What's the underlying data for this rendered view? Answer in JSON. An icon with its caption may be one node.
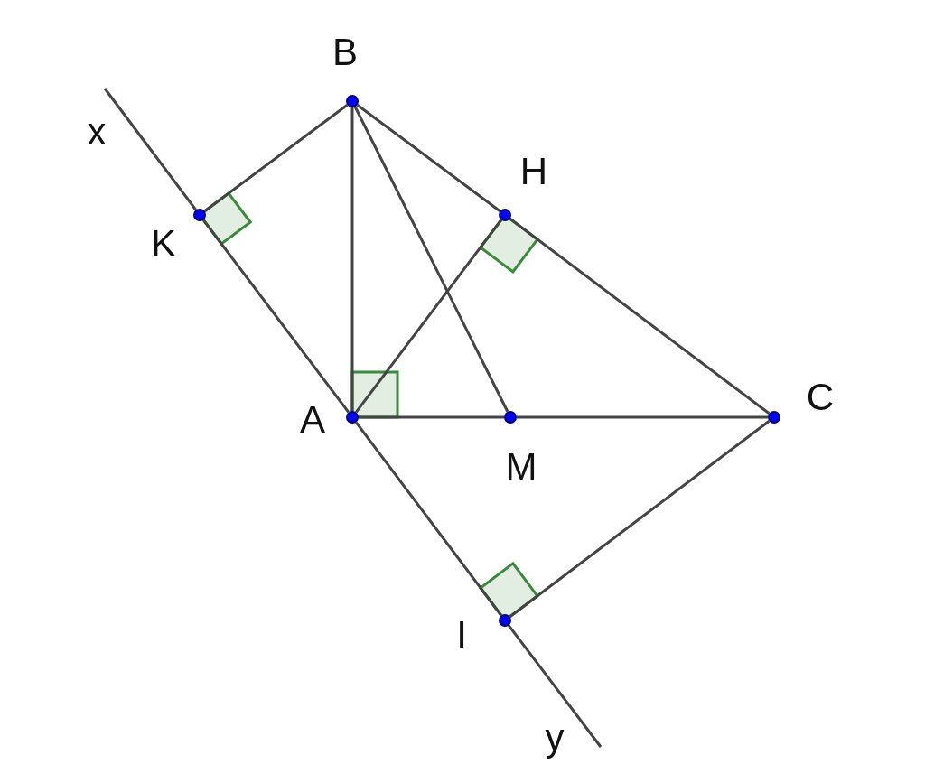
{
  "diagram": {
    "nodes": [
      {
        "text": [],
        "shape": "circle",
        "beside": [
          "B"
        ]
      },
      {
        "text": [],
        "shape": "circle",
        "beside": [
          "H"
        ]
      },
      {
        "text": [],
        "shape": "circle",
        "beside": [
          "K"
        ]
      },
      {
        "text": [],
        "shape": "circle",
        "beside": [
          "A"
        ]
      },
      {
        "text": [],
        "shape": "circle",
        "beside": [
          "M"
        ]
      },
      {
        "text": [],
        "shape": "circle",
        "beside": [
          "C"
        ]
      },
      {
        "text": [],
        "shape": "circle",
        "beside": [
          "I"
        ]
      }
    ],
    "edges": [
      {
        "from": 0,
        "to": 2,
        "arrow": "none"
      },
      {
        "from": 0,
        "to": 3,
        "arrow": "none"
      },
      {
        "from": 0,
        "to": 4,
        "arrow": "none"
      },
      {
        "from": 0,
        "to": 1,
        "arrow": "none"
      },
      {
        "from": 1,
        "to": 5,
        "arrow": "none"
      },
      {
        "from": 1,
        "to": 3,
        "arrow": "none"
      },
      {
        "from": 2,
        "to": 3,
        "arrow": "none"
      },
      {
        "from": 3,
        "to": 4,
        "arrow": "none"
      },
      {
        "from": 4,
        "to": 5,
        "arrow": "none"
      },
      {
        "from": 3,
        "to": 6,
        "arrow": "none"
      },
      {
        "from": 6,
        "to": 5,
        "arrow": "none"
      },
      {
        "from": 2,
        "to": null,
        "arrow": "none"
      },
      {
        "from": 6,
        "to": null,
        "arrow": "none"
      }
    ],
    "labels": [
      "x",
      "y"
    ]
  }
}
